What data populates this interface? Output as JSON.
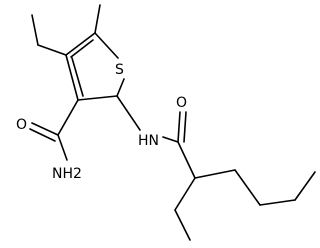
{
  "atoms": {
    "s": "S",
    "o_amide": "O",
    "nh2": "NH2",
    "nh": "HN",
    "o_acyl": "O"
  },
  "colors": {
    "ink": "#000000",
    "background": "#ffffff"
  }
}
